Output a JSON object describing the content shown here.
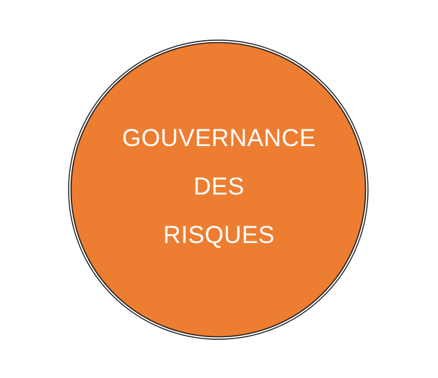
{
  "circle": {
    "fill_color": "#ED7D31",
    "outline_color": "#1A1A1A",
    "label_lines": [
      "GOUVERNANCE",
      "DES",
      "RISQUES"
    ]
  }
}
